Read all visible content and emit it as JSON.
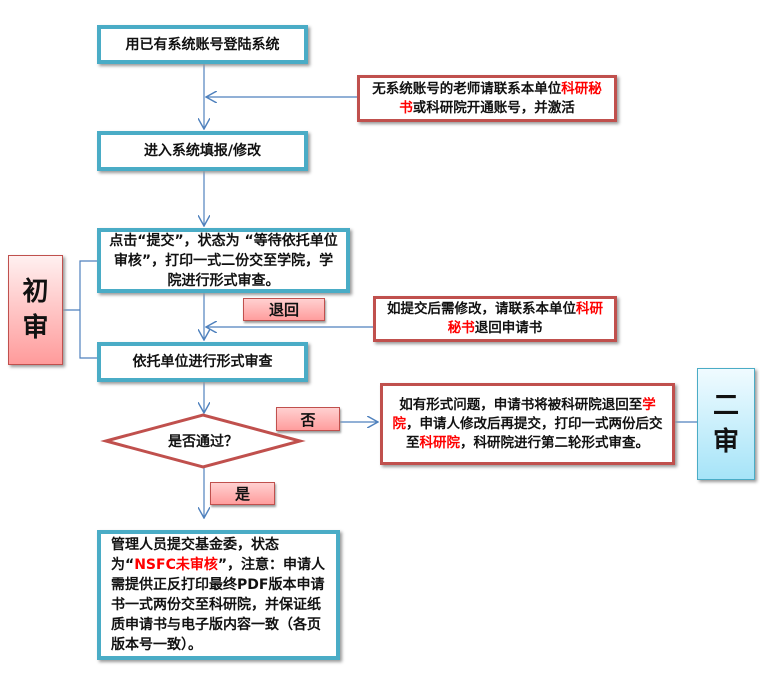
{
  "steps": {
    "login": "用已有系统账号登陆系统",
    "enter": "进入系统填报/修改",
    "submit": "点击“提交”，状态为 “等待依托单位审核”，打印一式二份交至学院，学院进行形式审查。",
    "unit_review": "依托单位进行形式审查",
    "decision": "是否通过？",
    "final_a": "管理人员提交基金委，状态为“",
    "final_red": "NSFC未审核",
    "final_b": "”，注意：申请人需提供正反打印最终PDF版本申请书一式两份交至科研院，并保证纸质申请书与电子版内容一致（各页版本号一致）。"
  },
  "notes": {
    "no_account_a": "无系统账号的老师请联系本单位",
    "no_account_red": "科研秘书",
    "no_account_b": "或科研院开通账号，并激活",
    "modify_a": "如提交后需修改，请联系本单位",
    "modify_red": "科研秘书",
    "modify_b": "退回申请书",
    "issue_a": "如有形式问题，申请书将被科研院退回至",
    "issue_red1": "学院",
    "issue_b": "，申请人修改后再提交，打印一式两份后交至",
    "issue_red2": "科研院",
    "issue_c": "，科研院进行第二轮形式审查。"
  },
  "buttons": {
    "return": "退回",
    "no": "否",
    "yes": "是"
  },
  "stages": {
    "first_1": "初",
    "first_2": "审",
    "second_1": "二",
    "second_2": "审"
  }
}
